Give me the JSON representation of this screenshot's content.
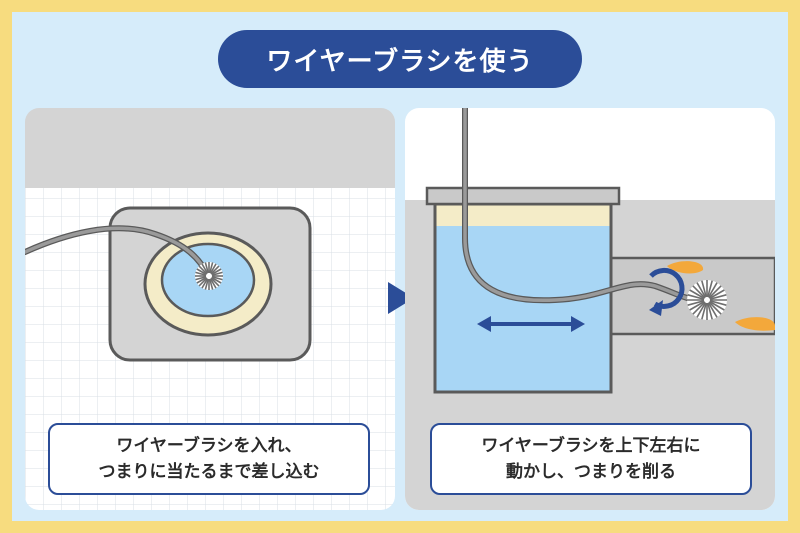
{
  "title": "ワイヤーブラシを使う",
  "steps": [
    {
      "caption_lines": [
        "ワイヤーブラシを入れ、",
        "つまりに当たるまで差し込む"
      ]
    },
    {
      "caption_lines": [
        "ワイヤーブラシを上下左右に",
        "動かし、つまりを削る"
      ]
    }
  ],
  "colors": {
    "frame": "#f7dc7f",
    "background": "#d6ecfa",
    "accent_navy": "#2b4d98",
    "water": "#a8d6f5",
    "pipe_gray": "#d4d4d4",
    "wire": "#8f8f8f",
    "clog_orange": "#f3a83b",
    "sediment_cream": "#f4ecc8"
  },
  "icons": {
    "next_step": "play-triangle-icon",
    "rotate": "circular-arrow-icon",
    "move": "double-headed-arrow-icon"
  }
}
